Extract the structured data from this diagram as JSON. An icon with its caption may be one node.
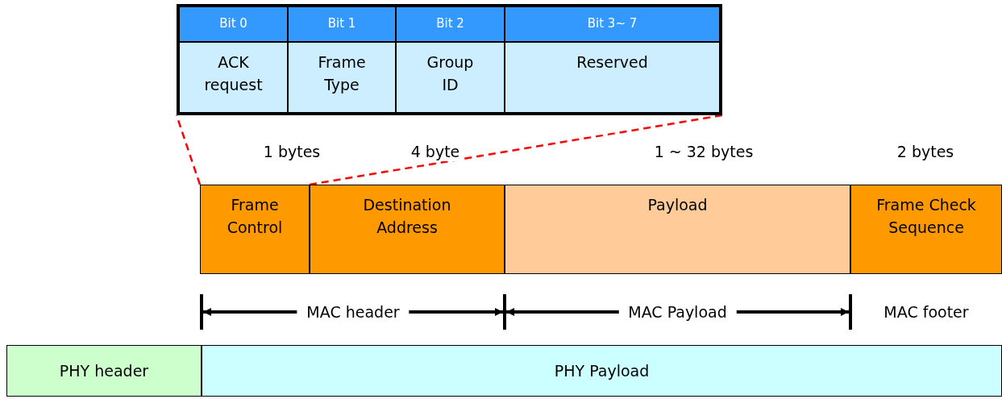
{
  "diagram": {
    "nodes": [
      {
        "text": [],
        "shape": "box"
      },
      {
        "text": [
          "Bit 0",
          "ACK request"
        ],
        "in": 0
      },
      {
        "text": [
          "Bit 1",
          "Frame Type"
        ],
        "in": 0
      },
      {
        "text": [
          "Bit 2",
          "Group ID"
        ],
        "in": 0
      },
      {
        "text": [
          "Bit 3~ 7",
          "Reserved"
        ],
        "in": 0
      },
      {
        "text": [
          "Frame Control"
        ],
        "beside": [
          "1 bytes"
        ]
      },
      {
        "text": [
          "Destination Address"
        ],
        "beside": [
          "4 byte"
        ]
      },
      {
        "text": [
          "Payload"
        ],
        "beside": [
          "1 ~ 32 bytes"
        ]
      },
      {
        "text": [
          "Frame Check Sequence"
        ],
        "beside": [
          "2 bytes"
        ]
      },
      {
        "text": [
          "PHY header"
        ]
      },
      {
        "text": [
          "PHY Payload"
        ]
      }
    ],
    "edges": [
      {
        "from": 5,
        "to": 0,
        "arrow": "none",
        "style": "dashed",
        "color": "#ff0000"
      },
      {
        "from": 5,
        "to": 0,
        "arrow": "none",
        "style": "dashed",
        "color": "#ff0000"
      }
    ],
    "labels": [
      "MAC header",
      "MAC Payload",
      "MAC footer"
    ]
  }
}
